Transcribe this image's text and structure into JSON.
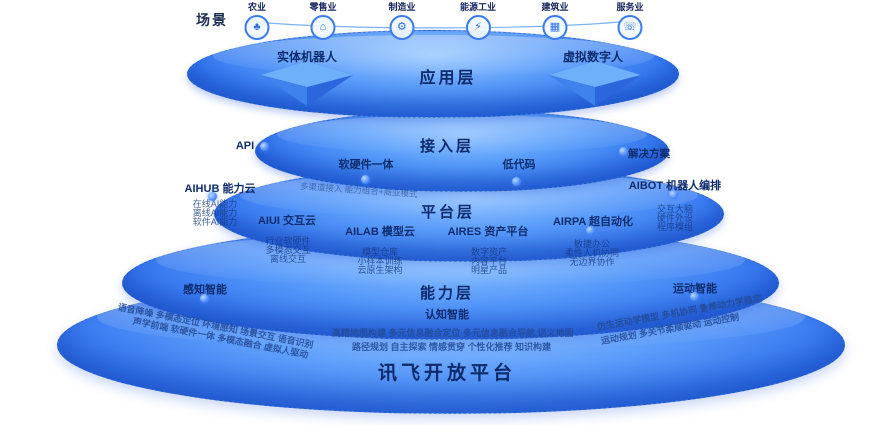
{
  "palette": {
    "disk_blue": "#3b82f6",
    "disk_light": "#9ccaff",
    "disk_deep": "#2458d8",
    "text_navy": "#0f2d6e",
    "dot_blue": "#4d8ef8",
    "ring_blue": "#3b7bf2"
  },
  "scene": {
    "label": "场景",
    "industries": [
      {
        "label": "农业",
        "icon": "agriculture-icon",
        "glyph": "♣"
      },
      {
        "label": "零售业",
        "icon": "retail-icon",
        "glyph": "⌂"
      },
      {
        "label": "制造业",
        "icon": "manufacturing-icon",
        "glyph": "⚙"
      },
      {
        "label": "能源工业",
        "icon": "energy-icon",
        "glyph": "⚡"
      },
      {
        "label": "建筑业",
        "icon": "construction-icon",
        "glyph": "▦"
      },
      {
        "label": "服务业",
        "icon": "services-icon",
        "glyph": "☏"
      }
    ]
  },
  "application": {
    "label": "应用层",
    "left_item": "实体机器人",
    "right_item": "虚拟数字人"
  },
  "access": {
    "label": "接入层",
    "api": "API",
    "integrated_hw_sw": "软硬件一体",
    "low_code": "低代码",
    "solution": "解决方案",
    "rim_note": "多渠道接入 能力组合+商业模式"
  },
  "platform": {
    "label": "平台层",
    "aihub": {
      "name": "AIHUB 能力云",
      "features": [
        "在线AI能力",
        "离线AI能力",
        "软件AI能力"
      ]
    },
    "aiui": {
      "name": "AIUI 交互云",
      "features": [
        "行业软硬件",
        "多模态交互",
        "离线交互"
      ]
    },
    "ailab": {
      "name": "AILAB 模型云",
      "features": [
        "模型仓库",
        "小样本训练",
        "云原生架构"
      ]
    },
    "aires": {
      "name": "AIRES 资产平台",
      "features": [
        "数字资产",
        "内容平台",
        "明星产品"
      ]
    },
    "airpa": {
      "name": "AIRPA 超自动化",
      "features": [
        "敏捷办公",
        "柔性人机协同",
        "无边界协作"
      ]
    },
    "aibot": {
      "name": "AIBOT 机器人编排",
      "features": [
        "交互大脑",
        "硬件外设",
        "程序模组"
      ]
    }
  },
  "capability": {
    "label": "能力层",
    "perception": {
      "name": "感知智能",
      "row1": "语音降噪  多模态定位  环境感知  场景交互  语音识别",
      "row2": "声学前端  软硬件一体  多模态融合  虚拟人驱动"
    },
    "cognition": {
      "name": "认知智能",
      "row1": "高精地图构建  多元信息融合定位  多元信息融合导航  语义地图",
      "row2": "路径规划  自主探索  情感贯穿  个性化推荐  知识构建"
    },
    "motion": {
      "name": "运动智能",
      "row1": "仿生运动学模型  多机协同  鲁棒动力学稳定",
      "row2": "运动规划  多关节柔顺驱动  运动控制"
    }
  },
  "foundation": {
    "label": "讯飞开放平台"
  }
}
